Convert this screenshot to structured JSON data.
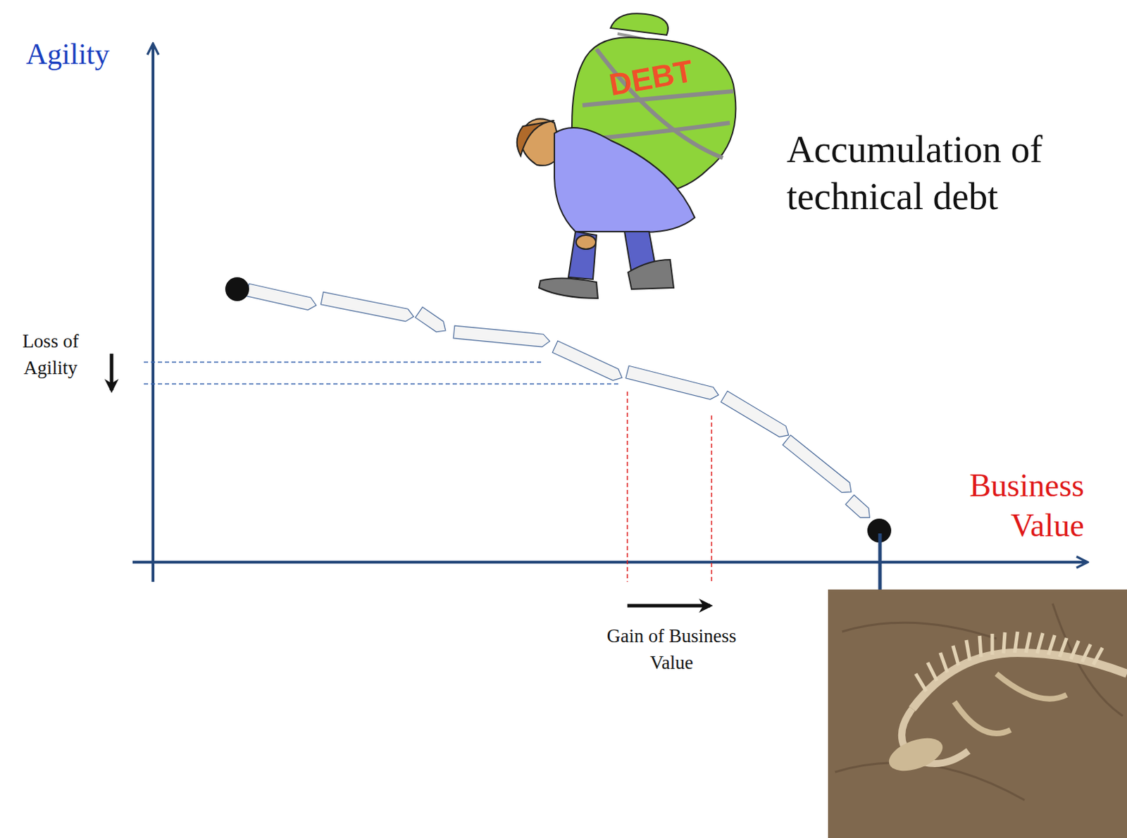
{
  "diagram": {
    "labels": [
      "Agility",
      "Accumulation of technical debt",
      "Loss of Agility",
      "Business Value",
      "Gain of Business Value",
      "DEBT"
    ]
  }
}
